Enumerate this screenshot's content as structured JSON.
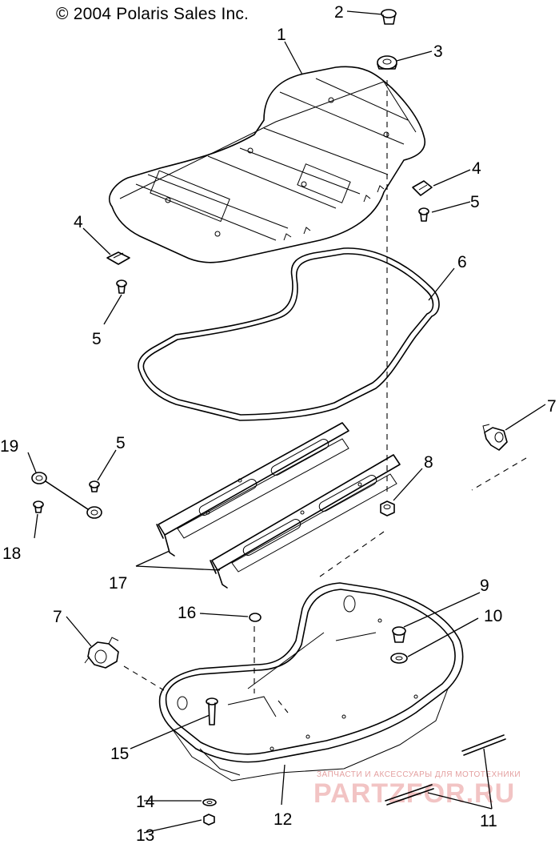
{
  "header": {
    "copyright": "© 2004 Polaris Sales Inc."
  },
  "callouts": [
    "1",
    "2",
    "3",
    "4",
    "4",
    "5",
    "5",
    "5",
    "6",
    "7",
    "7",
    "8",
    "9",
    "10",
    "11",
    "12",
    "13",
    "14",
    "15",
    "16",
    "17",
    "18",
    "19"
  ],
  "watermark": {
    "subtitle": "ЗАПЧАСТИ И АКСЕССУАРЫ ДЛЯ МОТОТЕХНИКИ",
    "brand": "PARTZFOR.RU"
  },
  "colors": {
    "line": "#000000",
    "background": "#ffffff",
    "watermark": "#f2c4c4"
  }
}
